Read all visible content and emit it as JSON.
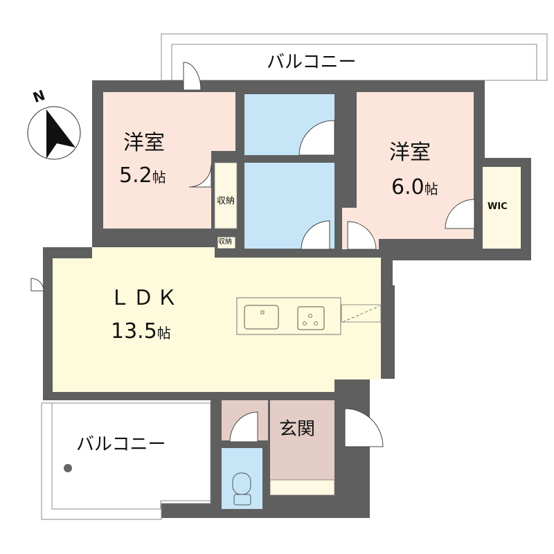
{
  "floor_plan": {
    "compass": {
      "label": "N"
    },
    "rooms": {
      "western_room_1": {
        "name": "洋室",
        "size": "5.2",
        "unit": "帖"
      },
      "western_room_2": {
        "name": "洋室",
        "size": "6.0",
        "unit": "帖"
      },
      "ldk": {
        "name": "ＬＤＫ",
        "size": "13.5",
        "unit": "帖"
      },
      "entrance": {
        "name": "玄関"
      },
      "wic": {
        "name": "WIC"
      },
      "storage_1": {
        "name": "収納"
      },
      "storage_2": {
        "name": "収納"
      },
      "balcony_north": {
        "name": "バルコニー"
      },
      "balcony_south": {
        "name": "バルコニー"
      }
    },
    "colors": {
      "wall": "#5f5f5f",
      "western_room": "#fce6dc",
      "ldk": "#fdfbdc",
      "wet_area": "#c6e6f8",
      "entrance": "#e3cdc6",
      "storage": "#fdf9e3"
    }
  }
}
